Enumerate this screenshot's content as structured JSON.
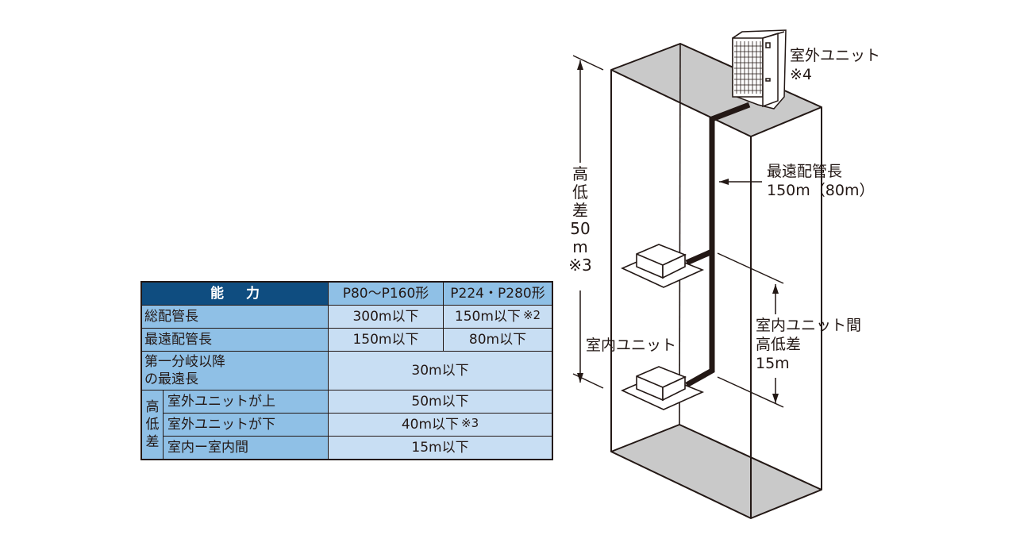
{
  "table": {
    "header": {
      "label": "能力",
      "columns": [
        "P80〜P160形",
        "P224・P280形"
      ]
    },
    "rows": [
      {
        "label": "総配管長",
        "values": [
          "300m以下",
          "150m以下"
        ],
        "notes": [
          "",
          "※2"
        ]
      },
      {
        "label": "最遠配管長",
        "values": [
          "150m以下",
          "80m以下"
        ],
        "notes": [
          "",
          ""
        ]
      },
      {
        "label_line1": "第一分岐以降",
        "label_line2": "の最遠長",
        "value": "30m以下"
      }
    ],
    "height_group": {
      "label_chars": [
        "高",
        "低",
        "差"
      ],
      "rows": [
        {
          "label": "室外ユニットが上",
          "value": "50m以下",
          "note": ""
        },
        {
          "label": "室外ユニットが下",
          "value": "40m以下",
          "note": "※3"
        },
        {
          "label": "室内ー室内間",
          "value": "15m以下",
          "note": ""
        }
      ]
    }
  },
  "diagram": {
    "outdoor_unit": {
      "label": "室外ユニット",
      "note": "※4"
    },
    "farthest_pipe": {
      "label": "最遠配管長",
      "value": "150m（80m）"
    },
    "height_diff": {
      "chars": [
        "高",
        "低",
        "差"
      ],
      "value": "50",
      "unit": "m",
      "note": "※3"
    },
    "indoor_unit": {
      "label": "室内ユニット"
    },
    "indoor_height_diff": {
      "line1": "室内ユニット間",
      "line2": "高低差",
      "value": "15m"
    },
    "colors": {
      "floor_fill": "#c9c9c9",
      "line": "#231815",
      "table_header": "#0f4d80",
      "table_label": "#8fc0e6",
      "table_value": "#c8def3"
    }
  }
}
